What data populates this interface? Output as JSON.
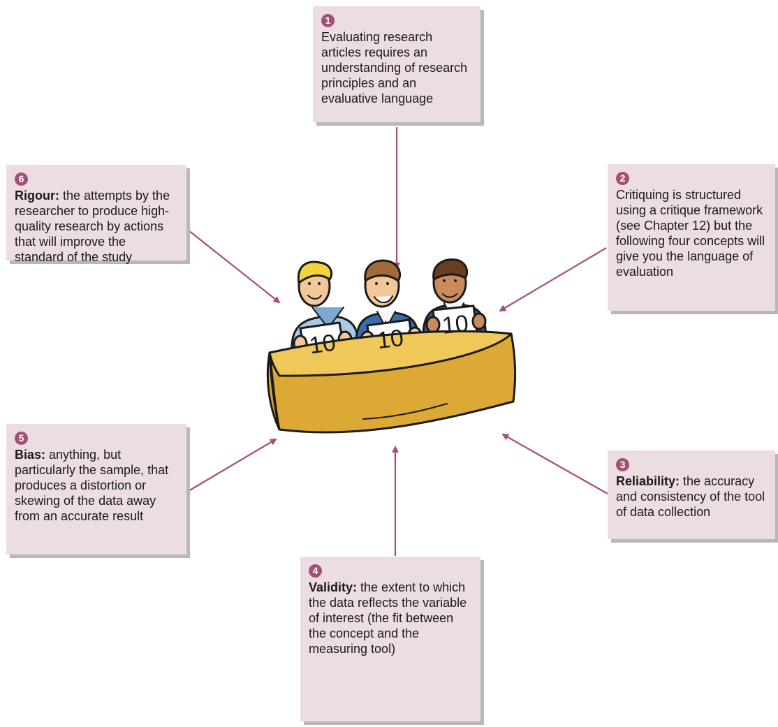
{
  "boxes": [
    {
      "number": "1",
      "term": "",
      "text": "Evaluating research articles requires an understanding of research principles and an evaluative language"
    },
    {
      "number": "2",
      "term": "",
      "text": "Critiquing is structured using a critique framework (see Chapter 12) but the following four concepts will give you the language of evaluation"
    },
    {
      "number": "3",
      "term": "Reliability:",
      "text": " the accuracy and consistency of the tool of data collection"
    },
    {
      "number": "4",
      "term": "Validity:",
      "text": " the extent to which the data reflects the variable of interest (the fit between the concept and the measuring tool)"
    },
    {
      "number": "5",
      "term": "Bias:",
      "text": " anything, but particularly the sample, that produces a distortion or skewing of the data away from an accurate result"
    },
    {
      "number": "6",
      "term": "Rigour:",
      "text": " the attempts by the researcher to produce high-quality research by actions that will improve the standard of the study"
    }
  ],
  "center_image": {
    "description_icon": "judges-scoring-icon",
    "cards": [
      "10",
      "10",
      "10"
    ]
  },
  "colors": {
    "box_fill": "#ecdde1",
    "arrow": "#a44f78",
    "badge": "#a44f78",
    "table_top": "#f0c85a",
    "table_front": "#dca934"
  }
}
